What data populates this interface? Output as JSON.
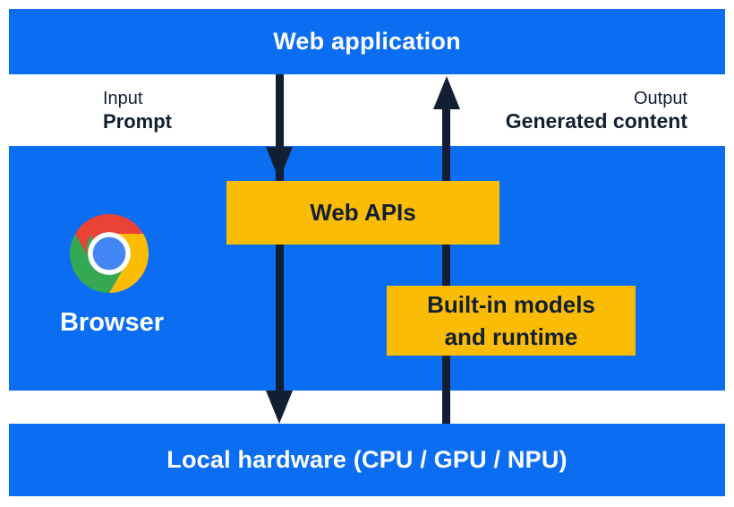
{
  "diagram": {
    "colors": {
      "blue": "#0b6ef2",
      "yellow": "#fbbc05",
      "navy": "#121f33",
      "white": "#ffffff",
      "chrome_red": "#ea4335",
      "chrome_yellow": "#fbbc04",
      "chrome_green": "#34a853",
      "chrome_blue": "#4285f4"
    },
    "top_bar": {
      "label": "Web application"
    },
    "flow_labels": {
      "input_caption": "Input",
      "input_value": "Prompt",
      "output_caption": "Output",
      "output_value": "Generated content"
    },
    "browser": {
      "label": "Browser",
      "logo_icon": "chrome-logo"
    },
    "boxes": {
      "web_apis": {
        "label": "Web APIs"
      },
      "built_in": {
        "label_line1": "Built-in models",
        "label_line2": "and runtime"
      }
    },
    "bottom_bar": {
      "label": "Local hardware (CPU / GPU / NPU)"
    }
  }
}
